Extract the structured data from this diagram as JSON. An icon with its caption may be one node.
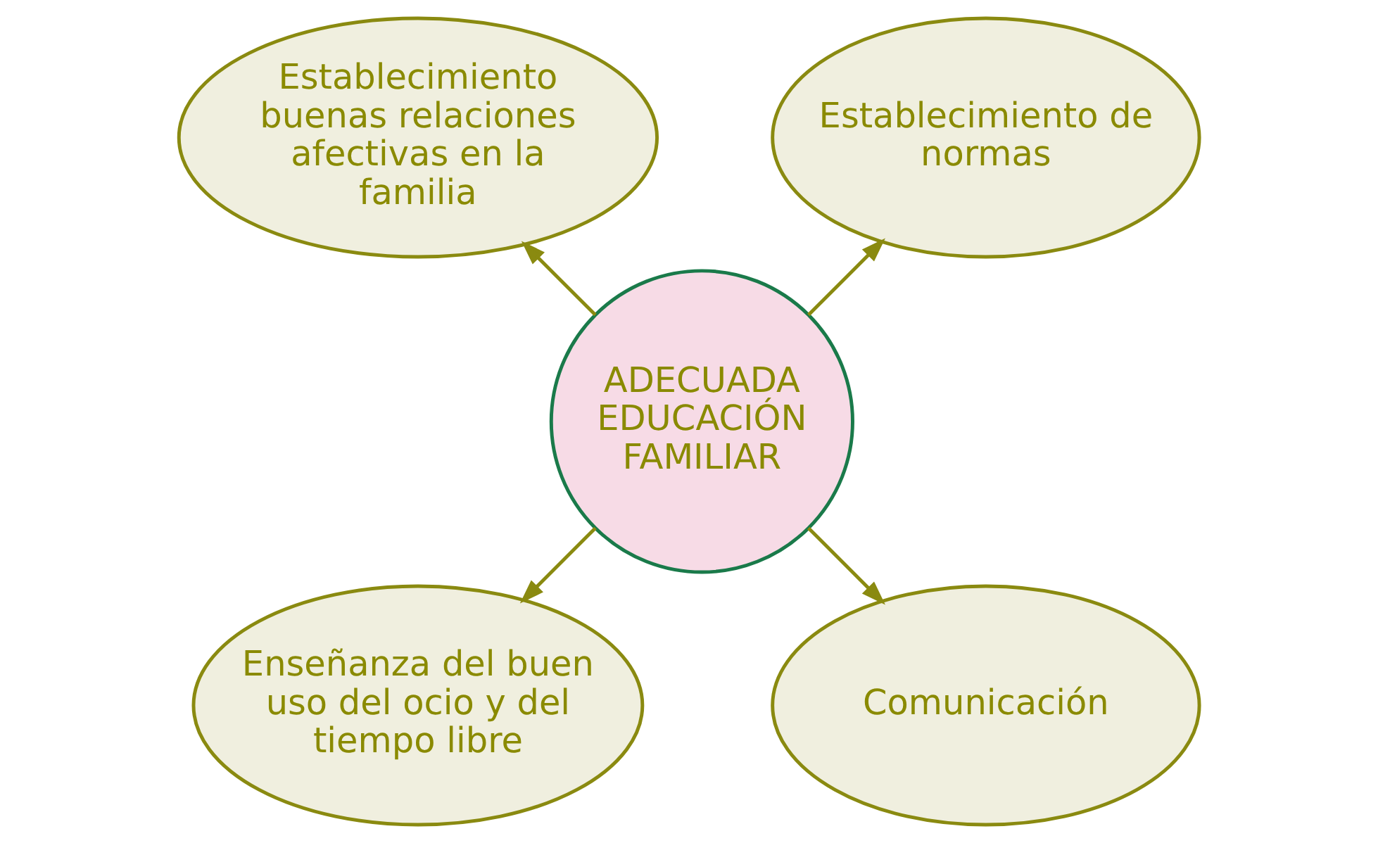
{
  "diagram": {
    "nodes": [
      {
        "text": [
          "ADECUADA EDUCACIÓN FAMILIAR"
        ]
      },
      {
        "text": [
          "Establecimiento de normas"
        ]
      },
      {
        "text": [
          "Establecimiento buenas relaciones afectivas en la familia"
        ]
      },
      {
        "text": [
          "Enseñanza del buen uso del ocio y del tiempo libre"
        ]
      },
      {
        "text": [
          "Comunicación"
        ]
      }
    ],
    "edges": [
      {
        "from": 0,
        "to": 1,
        "arrow": "to"
      },
      {
        "from": 0,
        "to": 2,
        "arrow": "to"
      },
      {
        "from": 0,
        "to": 3,
        "arrow": "to"
      },
      {
        "from": 0,
        "to": 4,
        "arrow": "to"
      }
    ]
  }
}
